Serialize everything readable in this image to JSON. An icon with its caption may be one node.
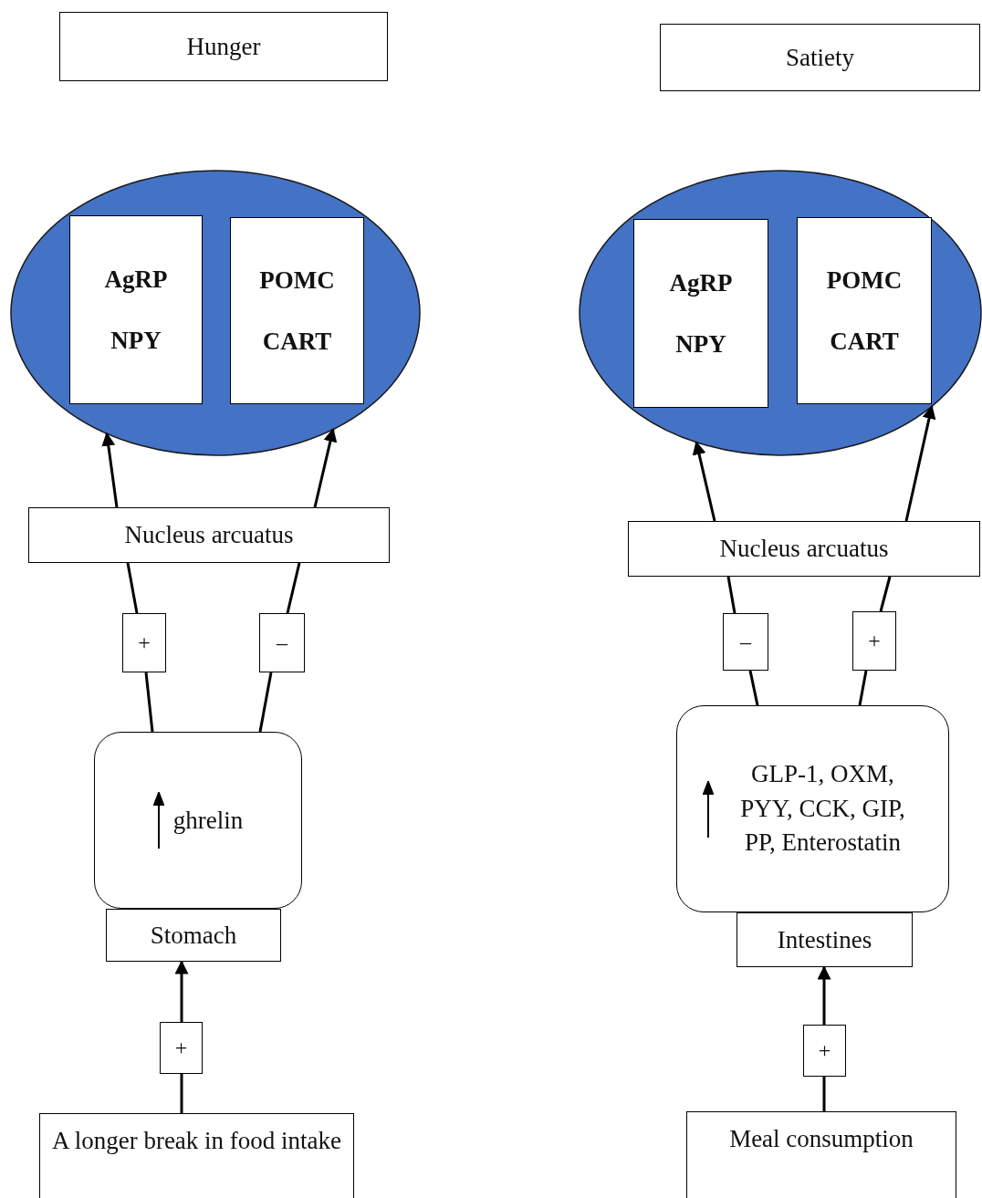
{
  "diagram": {
    "nodes": [
      {
        "text": [
          "Hunger"
        ]
      },
      {
        "text": [
          "Satiety"
        ]
      },
      {
        "text": [],
        "shape": "ellipse"
      },
      {
        "text": [
          "AgRP",
          "NPY"
        ],
        "in": 2
      },
      {
        "text": [
          "POMC",
          "CART"
        ],
        "in": 2
      },
      {
        "text": [
          "Nucleus arcuatus"
        ]
      },
      {
        "text": [
          "+"
        ]
      },
      {
        "text": [
          "–"
        ]
      },
      {
        "text": [
          "ghrelin"
        ]
      },
      {
        "text": [
          "Stomach"
        ]
      },
      {
        "text": [
          "+"
        ]
      },
      {
        "text": [
          "A longer break in food intake"
        ]
      },
      {
        "text": [],
        "shape": "ellipse"
      },
      {
        "text": [
          "AgRP",
          "NPY"
        ],
        "in": 12
      },
      {
        "text": [
          "POMC",
          "CART"
        ],
        "in": 12
      },
      {
        "text": [
          "Nucleus arcuatus"
        ]
      },
      {
        "text": [
          "–"
        ]
      },
      {
        "text": [
          "+"
        ]
      },
      {
        "text": [
          "GLP-1, OXM, PYY, CCK, GIP, PP, Enterostatin"
        ]
      },
      {
        "text": [
          "Intestines"
        ]
      },
      {
        "text": [
          "+"
        ]
      },
      {
        "text": [
          "Meal consumption"
        ]
      }
    ],
    "edges": [
      {
        "from": 5,
        "to": 2,
        "arrow": "to"
      },
      {
        "from": 5,
        "to": 2,
        "arrow": "to"
      },
      {
        "from": 8,
        "to": 6,
        "arrow": "none"
      },
      {
        "from": 6,
        "to": 5,
        "arrow": "none"
      },
      {
        "from": 8,
        "to": 7,
        "arrow": "none"
      },
      {
        "from": 7,
        "to": 5,
        "arrow": "none"
      },
      {
        "from": 11,
        "to": 10,
        "arrow": "none"
      },
      {
        "from": 10,
        "to": 9,
        "arrow": "to"
      },
      {
        "from": 15,
        "to": 12,
        "arrow": "to"
      },
      {
        "from": 15,
        "to": 12,
        "arrow": "to"
      },
      {
        "from": 18,
        "to": 16,
        "arrow": "none"
      },
      {
        "from": 16,
        "to": 15,
        "arrow": "none"
      },
      {
        "from": 18,
        "to": 17,
        "arrow": "none"
      },
      {
        "from": 17,
        "to": 15,
        "arrow": "none"
      },
      {
        "from": 21,
        "to": 20,
        "arrow": "none"
      },
      {
        "from": 20,
        "to": 19,
        "arrow": "to"
      }
    ]
  }
}
